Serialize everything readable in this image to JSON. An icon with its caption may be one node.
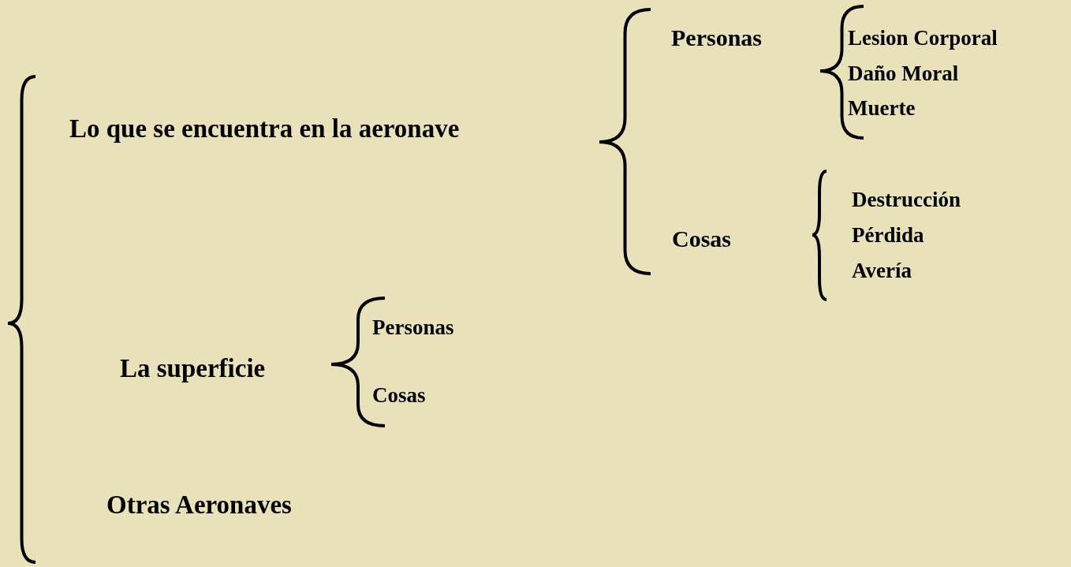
{
  "diagram": {
    "labels": [
      "Lo que se encuentra en la aeronave",
      "Personas",
      "Lesion Corporal",
      "Daño Moral",
      "Muerte",
      "Cosas",
      "Destrucción",
      "Pérdida",
      "Avería",
      "La superficie",
      "Personas",
      "Cosas",
      "Otras Aeronaves"
    ]
  }
}
